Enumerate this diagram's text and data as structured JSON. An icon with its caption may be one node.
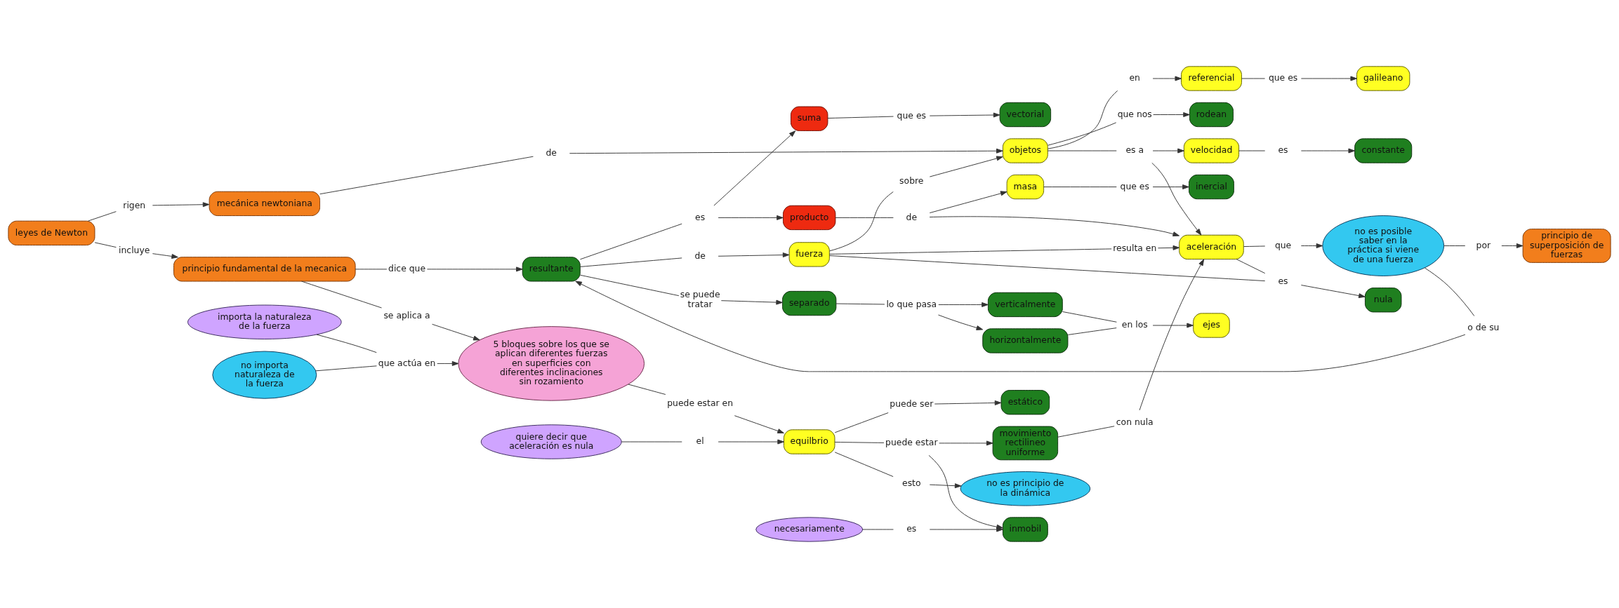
{
  "diagram": {
    "nodes": [
      {
        "text": [
          "principio fundamental de la mecanica"
        ]
      },
      {
        "text": [
          "leyes de Newton"
        ]
      },
      {
        "text": [
          "5 bloques sobre los que se aplican diferentes fuerzas en superficies con diferentes inclinaciones sin rozamiento"
        ]
      },
      {
        "text": [
          "resultante"
        ]
      },
      {
        "text": [
          "horizontalmente"
        ]
      },
      {
        "text": [
          "separado"
        ]
      },
      {
        "text": [
          "verticalmente"
        ]
      },
      {
        "text": [
          "fuerza"
        ]
      },
      {
        "text": [
          "nula"
        ]
      },
      {
        "text": [
          "importa la naturaleza de la fuerza"
        ]
      },
      {
        "text": [
          "mecánica newtoniana"
        ]
      },
      {
        "text": [
          "suma"
        ]
      },
      {
        "text": [
          "ejes"
        ]
      },
      {
        "text": [
          "no importa naturaleza de la fuerza"
        ]
      },
      {
        "text": [
          "quiere decir que aceleración es nula"
        ]
      },
      {
        "text": [
          "equilbrio"
        ]
      },
      {
        "text": [
          "objetos"
        ]
      },
      {
        "text": [
          "vectorial"
        ]
      },
      {
        "text": [
          "producto"
        ]
      },
      {
        "text": [
          "masa"
        ]
      },
      {
        "text": [
          "estático"
        ]
      },
      {
        "text": [
          "velocidad"
        ]
      },
      {
        "text": [
          "aceleración"
        ]
      },
      {
        "text": [
          "rodean"
        ]
      },
      {
        "text": [
          "no es principio de la dinámica"
        ]
      },
      {
        "text": [
          "referencial"
        ]
      },
      {
        "text": [
          "constante"
        ]
      },
      {
        "text": [
          "inercial"
        ]
      },
      {
        "text": [
          "no es posible saber en la práctica si viene de una fuerza"
        ]
      },
      {
        "text": [
          "necesariamente"
        ]
      },
      {
        "text": [
          "inmobil"
        ]
      },
      {
        "text": [
          "movimiento rectilineo uniforme"
        ]
      },
      {
        "text": [
          "galileano"
        ]
      },
      {
        "text": [
          "principio de superposición de fuerzas"
        ]
      },
      {
        "text": [
          "incluye"
        ]
      },
      {
        "text": [
          "dice que"
        ]
      },
      {
        "text": [
          "se aplica a"
        ]
      },
      {
        "text": [
          "rigen"
        ]
      },
      {
        "text": [
          "que actúa en"
        ]
      },
      {
        "text": [
          "de"
        ]
      },
      {
        "text": [
          "lo que pasa"
        ]
      },
      {
        "text": [
          "en los"
        ]
      },
      {
        "text": [
          "se puede tratar"
        ]
      },
      {
        "text": [
          "es"
        ]
      },
      {
        "text": [
          "sobre"
        ]
      },
      {
        "text": [
          "resulta en"
        ]
      },
      {
        "text": [
          "es a"
        ]
      },
      {
        "text": [
          "o de su"
        ]
      },
      {
        "text": [
          "es"
        ]
      },
      {
        "text": [
          "que es"
        ]
      },
      {
        "text": [
          "de"
        ]
      },
      {
        "text": [
          "que es"
        ]
      },
      {
        "text": [
          "que"
        ]
      },
      {
        "text": [
          "por"
        ]
      },
      {
        "text": [
          "con nula"
        ]
      },
      {
        "text": [
          "de"
        ]
      },
      {
        "text": [
          "el"
        ]
      },
      {
        "text": [
          "puede estar en"
        ]
      },
      {
        "text": [
          "puede ser"
        ]
      },
      {
        "text": [
          "esto"
        ]
      },
      {
        "text": [
          "puede estar"
        ]
      },
      {
        "text": [
          "es"
        ]
      },
      {
        "text": [
          "que nos"
        ]
      },
      {
        "text": [
          "en"
        ]
      },
      {
        "text": [
          "es"
        ]
      },
      {
        "text": [
          "que es"
        ]
      }
    ],
    "edges": [
      {
        "from": 1,
        "to": 34,
        "arrow": "none"
      },
      {
        "from": 34,
        "to": 0,
        "arrow": "to"
      },
      {
        "from": 0,
        "to": 35,
        "arrow": "none"
      },
      {
        "from": 35,
        "to": 3,
        "arrow": "to"
      },
      {
        "from": 0,
        "to": 36,
        "arrow": "none"
      },
      {
        "from": 36,
        "to": 2,
        "arrow": "to"
      },
      {
        "from": 1,
        "to": 37,
        "arrow": "none"
      },
      {
        "from": 37,
        "to": 10,
        "arrow": "to"
      },
      {
        "from": 9,
        "to": 38,
        "arrow": "none"
      },
      {
        "from": 13,
        "to": 38,
        "arrow": "none"
      },
      {
        "from": 38,
        "to": 2,
        "arrow": "to"
      },
      {
        "from": 3,
        "to": 39,
        "arrow": "none"
      },
      {
        "from": 39,
        "to": 7,
        "arrow": "to"
      },
      {
        "from": 5,
        "to": 40,
        "arrow": "none"
      },
      {
        "from": 40,
        "to": 4,
        "arrow": "to"
      },
      {
        "from": 40,
        "to": 6,
        "arrow": "to"
      },
      {
        "from": 4,
        "to": 41,
        "arrow": "none"
      },
      {
        "from": 6,
        "to": 41,
        "arrow": "none"
      },
      {
        "from": 41,
        "to": 12,
        "arrow": "to"
      },
      {
        "from": 3,
        "to": 42,
        "arrow": "none"
      },
      {
        "from": 42,
        "to": 5,
        "arrow": "to"
      },
      {
        "from": 7,
        "to": 43,
        "arrow": "none"
      },
      {
        "from": 22,
        "to": 43,
        "arrow": "none"
      },
      {
        "from": 43,
        "to": 8,
        "arrow": "to"
      },
      {
        "from": 7,
        "to": 44,
        "arrow": "none"
      },
      {
        "from": 44,
        "to": 16,
        "arrow": "to"
      },
      {
        "from": 7,
        "to": 45,
        "arrow": "none"
      },
      {
        "from": 45,
        "to": 22,
        "arrow": "to"
      },
      {
        "from": 16,
        "to": 46,
        "arrow": "none"
      },
      {
        "from": 46,
        "to": 21,
        "arrow": "to"
      },
      {
        "from": 46,
        "to": 22,
        "arrow": "to"
      },
      {
        "from": 28,
        "to": 47,
        "arrow": "none"
      },
      {
        "from": 47,
        "to": 3,
        "arrow": "to"
      },
      {
        "from": 3,
        "to": 48,
        "arrow": "none"
      },
      {
        "from": 48,
        "to": 11,
        "arrow": "to"
      },
      {
        "from": 48,
        "to": 18,
        "arrow": "to"
      },
      {
        "from": 11,
        "to": 49,
        "arrow": "none"
      },
      {
        "from": 49,
        "to": 17,
        "arrow": "to"
      },
      {
        "from": 18,
        "to": 50,
        "arrow": "none"
      },
      {
        "from": 50,
        "to": 22,
        "arrow": "to"
      },
      {
        "from": 50,
        "to": 19,
        "arrow": "to"
      },
      {
        "from": 19,
        "to": 51,
        "arrow": "none"
      },
      {
        "from": 51,
        "to": 27,
        "arrow": "to"
      },
      {
        "from": 22,
        "to": 52,
        "arrow": "none"
      },
      {
        "from": 52,
        "to": 28,
        "arrow": "to"
      },
      {
        "from": 28,
        "to": 53,
        "arrow": "none"
      },
      {
        "from": 53,
        "to": 33,
        "arrow": "to"
      },
      {
        "from": 31,
        "to": 54,
        "arrow": "none"
      },
      {
        "from": 54,
        "to": 22,
        "arrow": "to"
      },
      {
        "from": 10,
        "to": 55,
        "arrow": "none"
      },
      {
        "from": 55,
        "to": 16,
        "arrow": "to"
      },
      {
        "from": 14,
        "to": 56,
        "arrow": "none"
      },
      {
        "from": 56,
        "to": 15,
        "arrow": "to"
      },
      {
        "from": 2,
        "to": 57,
        "arrow": "none"
      },
      {
        "from": 57,
        "to": 15,
        "arrow": "to"
      },
      {
        "from": 15,
        "to": 58,
        "arrow": "none"
      },
      {
        "from": 58,
        "to": 20,
        "arrow": "to"
      },
      {
        "from": 15,
        "to": 59,
        "arrow": "none"
      },
      {
        "from": 59,
        "to": 24,
        "arrow": "to"
      },
      {
        "from": 15,
        "to": 60,
        "arrow": "none"
      },
      {
        "from": 60,
        "to": 30,
        "arrow": "to"
      },
      {
        "from": 60,
        "to": 31,
        "arrow": "to"
      },
      {
        "from": 29,
        "to": 61,
        "arrow": "none"
      },
      {
        "from": 61,
        "to": 30,
        "arrow": "to"
      },
      {
        "from": 16,
        "to": 62,
        "arrow": "none"
      },
      {
        "from": 62,
        "to": 23,
        "arrow": "to"
      },
      {
        "from": 16,
        "to": 63,
        "arrow": "none"
      },
      {
        "from": 63,
        "to": 25,
        "arrow": "to"
      },
      {
        "from": 21,
        "to": 64,
        "arrow": "none"
      },
      {
        "from": 64,
        "to": 26,
        "arrow": "to"
      },
      {
        "from": 25,
        "to": 65,
        "arrow": "none"
      },
      {
        "from": 65,
        "to": 32,
        "arrow": "to"
      }
    ]
  }
}
